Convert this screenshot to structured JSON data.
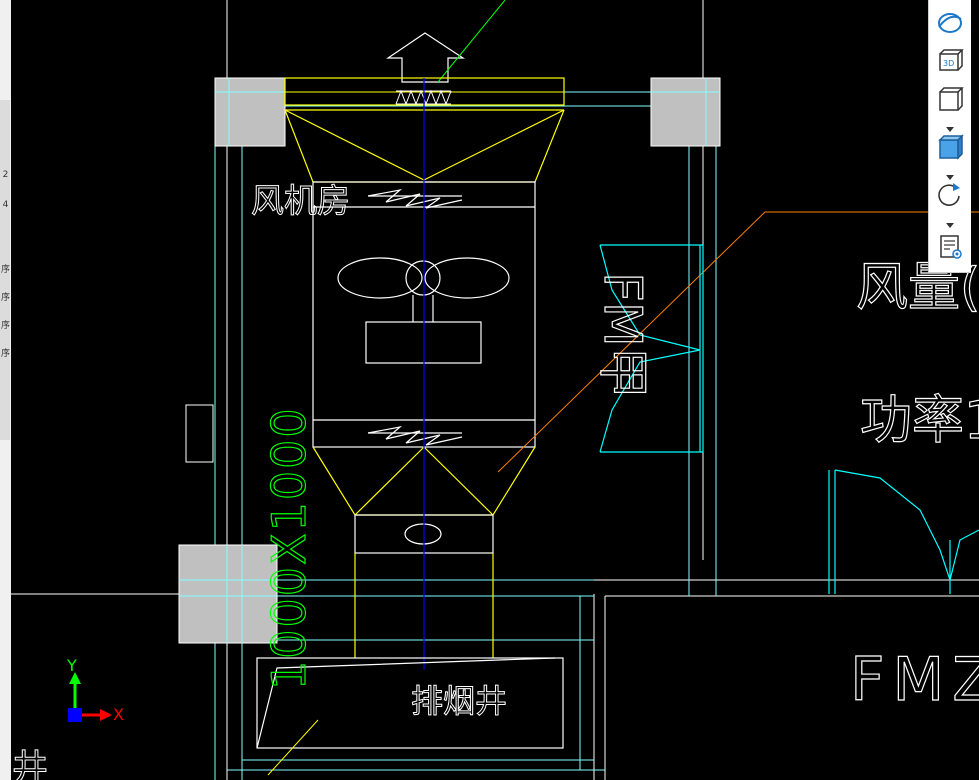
{
  "drawing": {
    "room_label": "风机房",
    "shaft_label": "排烟井",
    "duct_spec_label": "1000X1000",
    "fan_tag": "FM甲",
    "right_label_airflow": "风量(",
    "right_label_power": "功率1",
    "right_label_fm": "FMZ",
    "bottom_left_label": "井"
  },
  "colors": {
    "background": "#000000",
    "wall": "#ffffff",
    "wall_inner": "#80ffff",
    "duct": "#ffff00",
    "equipment": "#ffffff",
    "centerline": "#0000ff",
    "dimension": "#00ff00",
    "leader": "#ff8000",
    "damper": "#00ffff",
    "column_fill": "#c0c0c0"
  },
  "ucs": {
    "x_label": "X",
    "y_label": "Y"
  },
  "nav_toolbar": {
    "items": [
      {
        "name": "orbit-icon"
      },
      {
        "name": "3d-view-icon",
        "label": "3D"
      },
      {
        "name": "cube-view-icon"
      },
      {
        "name": "cube-shaded-icon"
      },
      {
        "name": "rotate-icon"
      },
      {
        "name": "properties-view-icon"
      }
    ]
  },
  "left_panel": {
    "chars": [
      "2",
      "4",
      "序",
      "序",
      "序",
      "序"
    ]
  }
}
